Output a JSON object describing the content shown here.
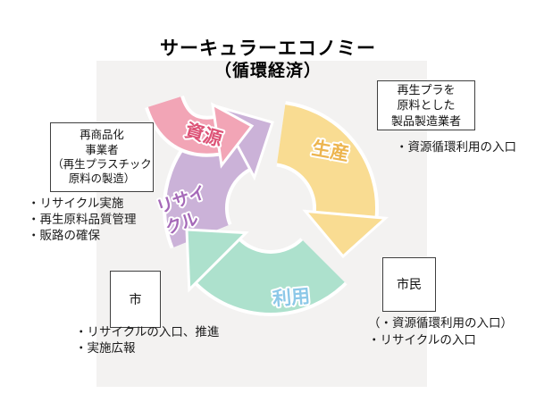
{
  "title": "サーキュラーエコノミー",
  "subtitle": "（循環経済）",
  "cycle": {
    "stages": [
      {
        "id": "resources",
        "label": "資源",
        "band_color": "#f2a5b6",
        "label_color": "#dd5377"
      },
      {
        "id": "production",
        "label": "生産",
        "band_color": "#f9dc92",
        "label_color": "#edb54f"
      },
      {
        "id": "use",
        "label": "利用",
        "band_color": "#ade1cd",
        "label_color": "#8cc8e8"
      },
      {
        "id": "recycle",
        "label": "リサイクル",
        "label_line1": "リサイ",
        "label_line2": "クル",
        "band_color": "#cbb2d8",
        "label_color": "#a569b8"
      }
    ]
  },
  "annotations": {
    "manufacturer": {
      "box_lines": [
        "再生プラを",
        "原料とした",
        "製品製造業者"
      ],
      "bullets": [
        "・資源循環利用の入口"
      ]
    },
    "recycler": {
      "box_lines": [
        "再商品化",
        "事業者",
        "（再生プラスチック",
        "原料の製造）"
      ],
      "bullets": [
        "・リサイクル実施",
        "・再生原料品質管理",
        "・販路の確保"
      ]
    },
    "city": {
      "box_lines": [
        "市"
      ],
      "bullets": [
        "・リサイクルの入口、推進",
        "・実施広報"
      ]
    },
    "citizen": {
      "box_lines": [
        "市民"
      ],
      "bullets": [
        "（・資源循環利用の入口）",
        "・リサイクルの入口"
      ]
    }
  }
}
